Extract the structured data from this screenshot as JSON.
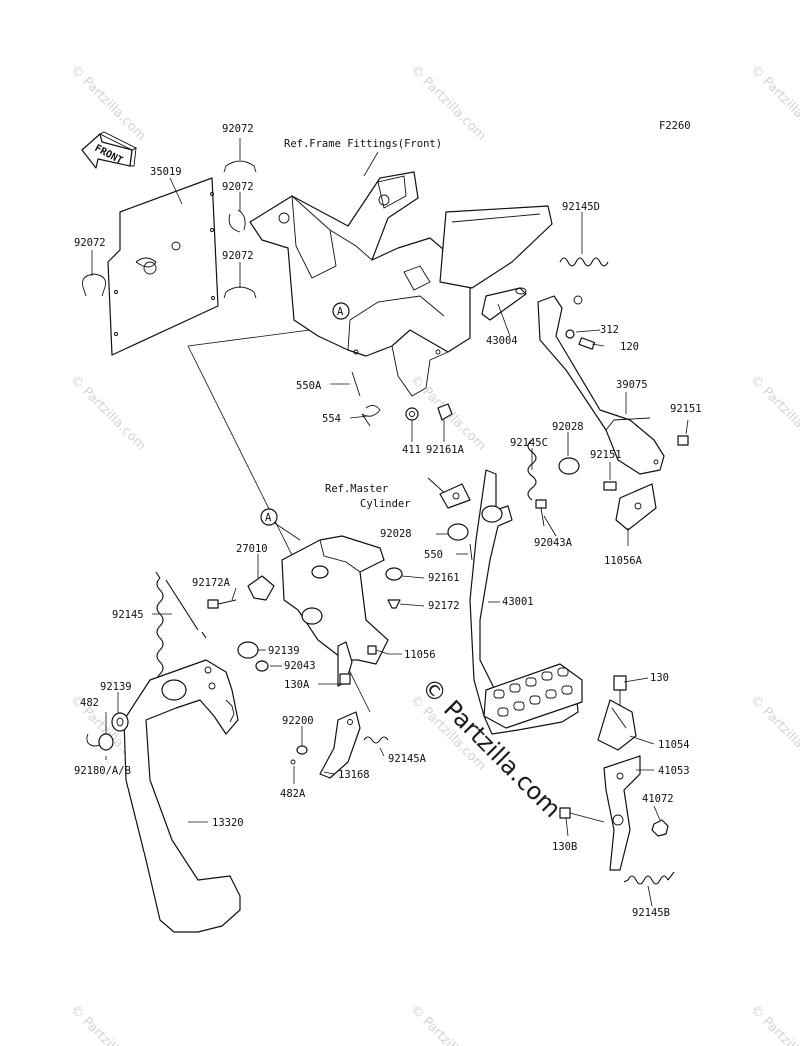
{
  "figure_code": "F2260",
  "front_arrow": "FRONT",
  "reference_labels": {
    "frame_fittings": "Ref.Frame Fittings(Front)",
    "master_cylinder_line1": "Ref.Master",
    "master_cylinder_line2": "Cylinder"
  },
  "callouts": {
    "a_top": "A",
    "a_mid": "A"
  },
  "part_numbers": {
    "p92072_a": "92072",
    "p92072_b": "92072",
    "p92072_c": "92072",
    "p92072_d": "92072",
    "p35019": "35019",
    "p92145D": "92145D",
    "p312": "312",
    "p120": "120",
    "p43004": "43004",
    "p550A": "550A",
    "p554": "554",
    "p411": "411",
    "p92161A": "92161A",
    "p39075": "39075",
    "p92151_a": "92151",
    "p92151_b": "92151",
    "p92028_a": "92028",
    "p92145C": "92145C",
    "p11056A": "11056A",
    "p92028_b": "92028",
    "p92043A": "92043A",
    "p550": "550",
    "p27010": "27010",
    "p92172A": "92172A",
    "p92161": "92161",
    "p92172": "92172",
    "p43001": "43001",
    "p92145": "92145",
    "p92139_a": "92139",
    "p92043": "92043",
    "p11056": "11056",
    "p130A": "130A",
    "p482": "482",
    "p92139_b": "92139",
    "p92180": "92180/A/B",
    "p92200": "92200",
    "p92145A": "92145A",
    "p13168": "13168",
    "p482A": "482A",
    "p13320": "13320",
    "p130": "130",
    "p11054": "11054",
    "p41053": "41053",
    "p41072": "41072",
    "p130B": "130B",
    "p92145B": "92145B"
  },
  "watermark": {
    "center": "© Partzilla.com",
    "tile": "© Partzilla.com"
  }
}
